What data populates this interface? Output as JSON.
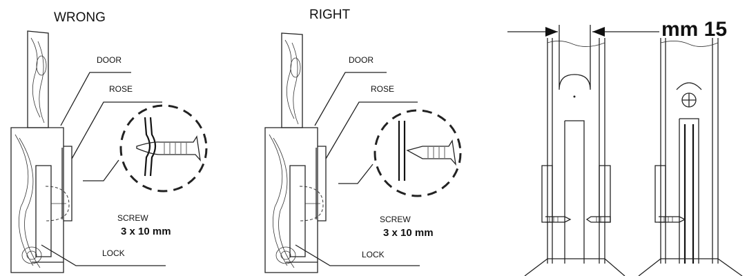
{
  "panels": {
    "wrong": {
      "heading": "WRONG",
      "door_label": "DOOR",
      "rose_label": "ROSE",
      "screw_label": "SCREW",
      "screw_size": "3 x 10 mm",
      "lock_label": "LOCK"
    },
    "right": {
      "heading": "RIGHT",
      "door_label": "DOOR",
      "rose_label": "ROSE",
      "screw_label": "SCREW",
      "screw_size": "3 x 10 mm",
      "lock_label": "LOCK"
    },
    "measure": {
      "dimension_label": "mm 15"
    }
  }
}
